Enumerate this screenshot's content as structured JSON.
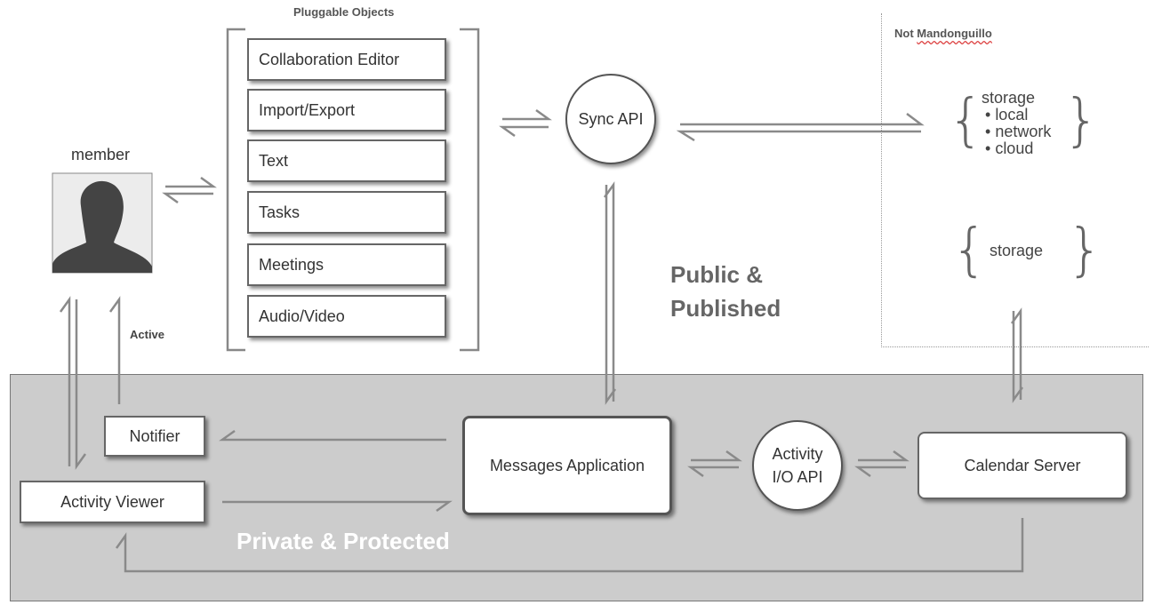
{
  "pluggable_title": "Pluggable Objects",
  "plugins": [
    "Collaboration Editor",
    "Import/Export",
    "Text",
    "Tasks",
    "Meetings",
    "Audio/Video"
  ],
  "member_label": "member",
  "sync_api": "Sync API",
  "public_label_line1": "Public &",
  "public_label_line2": "Published",
  "not_label_prefix": "Not ",
  "not_label_word": "Mandonguillo",
  "storage1": {
    "title": "storage",
    "items": [
      "local",
      "network",
      "cloud"
    ]
  },
  "storage2": "storage",
  "active_label": "Active",
  "notifier": "Notifier",
  "activity_viewer": "Activity Viewer",
  "messages_app": "Messages Application",
  "activity_io_line1": "Activity",
  "activity_io_line2": "I/O API",
  "calendar_server": "Calendar Server",
  "private_label": "Private & Protected",
  "colors": {
    "private_bg": "#cccccc",
    "line": "#888888",
    "border": "#666666",
    "private_text": "#ffffff"
  }
}
